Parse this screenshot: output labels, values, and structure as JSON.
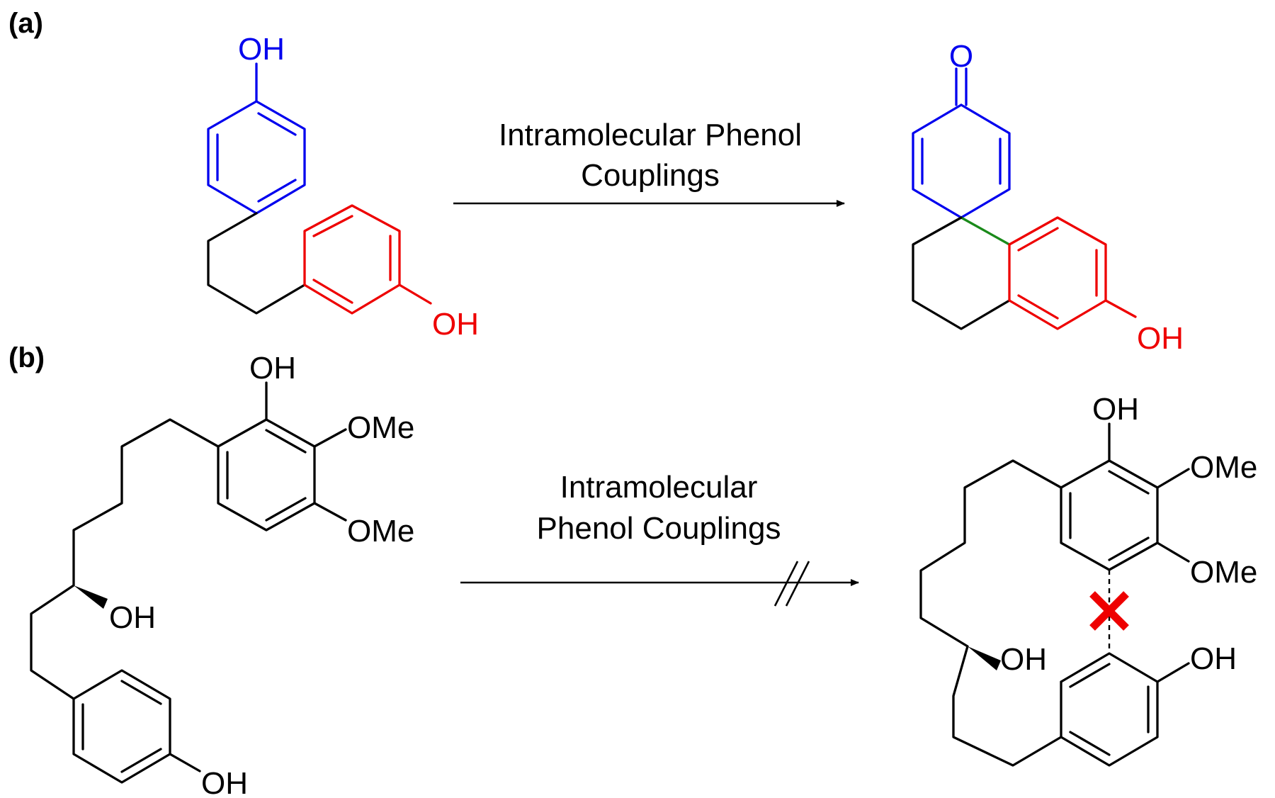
{
  "panels": {
    "a": {
      "label": "(a)",
      "conditions": [
        "Intramolecular Phenol",
        "Couplings"
      ],
      "reactant_atoms": {
        "top_oh": "OH",
        "side_oh": "OH"
      },
      "product_atoms": {
        "ketone_o": "O",
        "oh": "OH"
      }
    },
    "b": {
      "label": "(b)",
      "conditions": [
        "Intramolecular",
        "Phenol Couplings"
      ],
      "reactant_atoms": {
        "oh_top": "OH",
        "ome_1": "OMe",
        "ome_2": "OMe",
        "oh_stereo": "OH",
        "oh_bottom": "OH"
      },
      "product_atoms": {
        "oh_top": "OH",
        "ome_1": "OMe",
        "ome_2": "OMe",
        "oh_stereo": "OH",
        "oh_right": "OH"
      },
      "blocked_mark": "✕"
    }
  },
  "colors": {
    "ring_blue": "#0000ee",
    "ring_red": "#ee0000",
    "new_bond_green": "#1a8a1a",
    "blocked_red": "#ee0000"
  }
}
